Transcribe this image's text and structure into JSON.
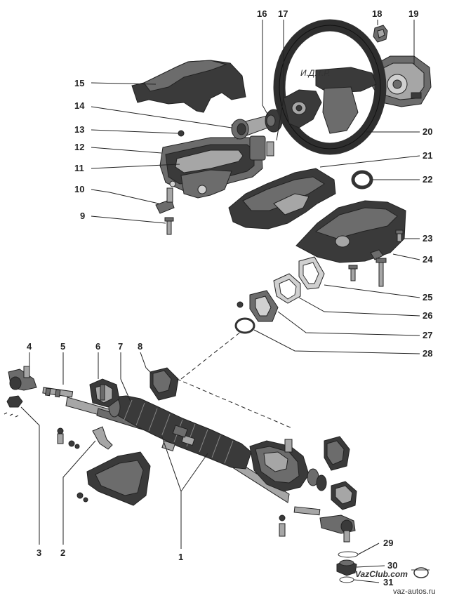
{
  "diagram": {
    "part_numbers": [
      "1",
      "2",
      "3",
      "4",
      "5",
      "6",
      "7",
      "8",
      "9",
      "10",
      "11",
      "12",
      "13",
      "14",
      "15",
      "16",
      "17",
      "18",
      "19",
      "20",
      "21",
      "22",
      "23",
      "24",
      "25",
      "26",
      "27",
      "28",
      "29",
      "30",
      "31"
    ],
    "wheel_emblem": "И.Д.Т.Р.",
    "watermarks": {
      "vazclub": "VazClub.com",
      "vaz_autos": "vaz-autos.ru"
    }
  }
}
